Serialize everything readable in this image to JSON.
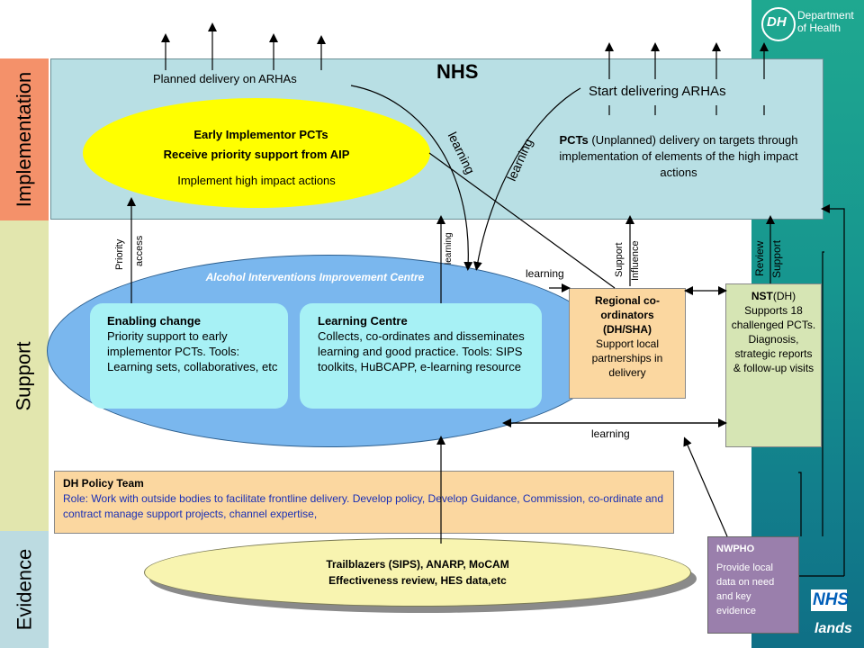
{
  "bands": {
    "implementation": "Implementation",
    "support": "Support",
    "evidence": "Evidence"
  },
  "logo": {
    "dh_mark": "DH",
    "dh_line1": "Department",
    "dh_line2": "of Health",
    "nhs_mark": "NHS",
    "region_fragment": "lands"
  },
  "colors": {
    "implementation_band": "#f4916a",
    "support_band": "#e2e6ae",
    "evidence_band": "#bcdbe1",
    "nhs_panel": "#b8dfe4",
    "early_implementor": "#ffff00",
    "aic_ellipse": "#7ab7ee",
    "inner_boxes": "#a7f1f5",
    "regional_box": "#fbd7a0",
    "nst_box": "#d6e5b4",
    "policy_box": "#fbd7a0",
    "evidence_ellipse": "#f8f4b0",
    "nwpho_box": "#9a7fac",
    "right_bar": "#16958f"
  },
  "nhs": {
    "title": "NHS",
    "planned_delivery": "Planned delivery on ARHAs",
    "start_delivering": "Start delivering ARHAs",
    "pcts_bold": "PCTs",
    "pcts_text": " (Unplanned) delivery on targets through implementation of elements of the high impact actions",
    "learning_1": "learning",
    "learning_2": "learning"
  },
  "early_implementor": {
    "title": "Early Implementor PCTs",
    "subtitle": "Receive priority support from AIP",
    "body": "Implement high impact actions"
  },
  "connectors": {
    "priority_access_1": "Priority",
    "priority_access_2": "access",
    "learning_vertical": "learning",
    "support_1": "Support",
    "support_2": "Influence",
    "review_1": "Review",
    "review_2": "Support",
    "learning_mid": "learning",
    "learning_low": "learning"
  },
  "aic": {
    "title": "Alcohol Interventions Improvement Centre",
    "enabling_title": "Enabling change",
    "enabling_body": "Priority support to early implementor PCTs. Tools: Learning sets, collaboratives, etc",
    "learning_title": "Learning Centre",
    "learning_body": "Collects, co-ordinates and disseminates learning and good practice. Tools: SIPS toolkits, HuBCAPP, e-learning resource"
  },
  "regional": {
    "title": "Regional co-ordinators (DH/SHA)",
    "body": "Support local partnerships in delivery"
  },
  "nst": {
    "title_bold": "NST",
    "title_rest": "(DH)",
    "body": "Supports 18 challenged PCTs. Diagnosis, strategic reports & follow-up visits"
  },
  "policy": {
    "title": "DH Policy Team",
    "body": "Role: Work with outside bodies to facilitate frontline delivery. Develop policy, Develop Guidance, Commission, co-ordinate and contract manage support projects, channel expertise,"
  },
  "evidence": {
    "line1": "Trailblazers (SIPS), ANARP, MoCAM",
    "line2": "Effectiveness review, HES data,etc"
  },
  "nwpho": {
    "title": "NWPHO",
    "body": "Provide local data on need and key evidence"
  }
}
